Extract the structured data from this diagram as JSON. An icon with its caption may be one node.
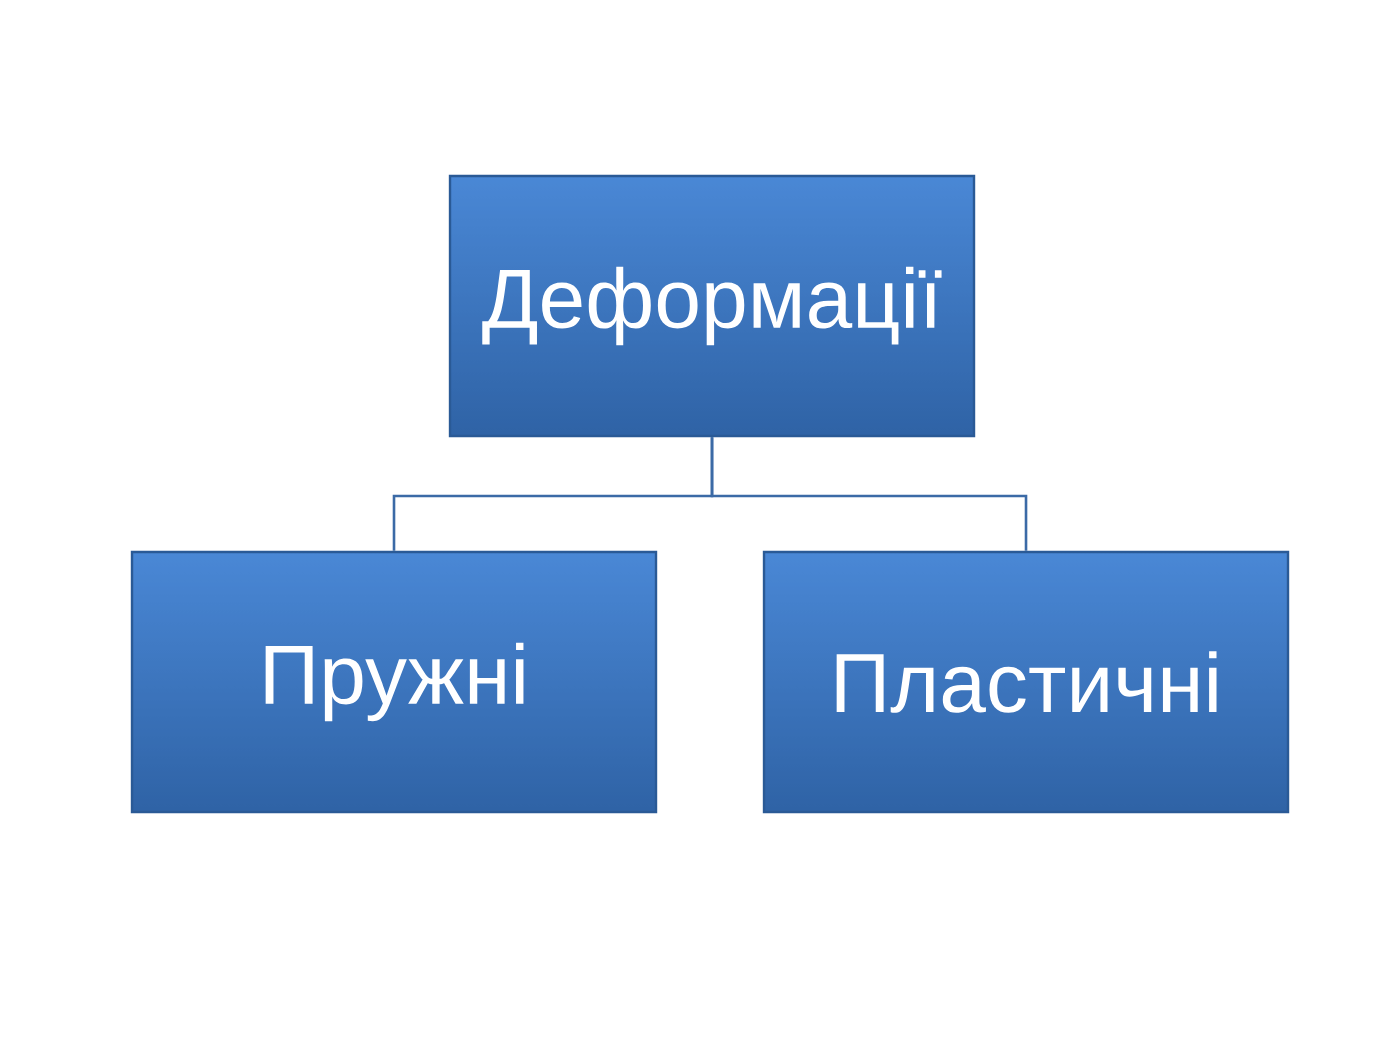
{
  "diagram": {
    "nodes": [
      {
        "text": [
          "Деформації"
        ]
      },
      {
        "text": [
          "Пружні"
        ]
      },
      {
        "text": [
          "Пластичні"
        ]
      }
    ],
    "edges": [
      {
        "from": 0,
        "to": 1,
        "arrow": "none"
      },
      {
        "from": 0,
        "to": 2,
        "arrow": "none"
      }
    ]
  }
}
